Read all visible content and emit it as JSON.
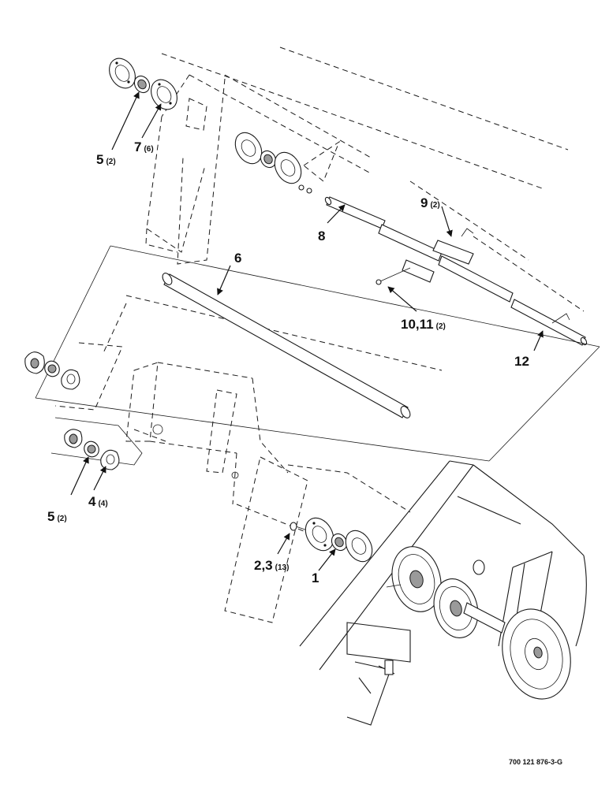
{
  "callouts": {
    "c1": {
      "num": "1"
    },
    "c23": {
      "num": "2,3",
      "qty": "(13)"
    },
    "c4": {
      "num": "4",
      "qty": "(4)"
    },
    "c5_top": {
      "num": "5",
      "qty": "(2)"
    },
    "c5_left": {
      "num": "5",
      "qty": "(2)"
    },
    "c6": {
      "num": "6"
    },
    "c7": {
      "num": "7",
      "qty": "(6)"
    },
    "c8": {
      "num": "8"
    },
    "c9": {
      "num": "9",
      "qty": "(2)"
    },
    "c1011": {
      "num": "10,11",
      "qty": "(2)"
    },
    "c12": {
      "num": "12"
    }
  },
  "reference_code": "700 121 876-3-G",
  "colors": {
    "ink": "#1a1a1a",
    "paper": "#ffffff",
    "shade": "#9a9a9a"
  }
}
